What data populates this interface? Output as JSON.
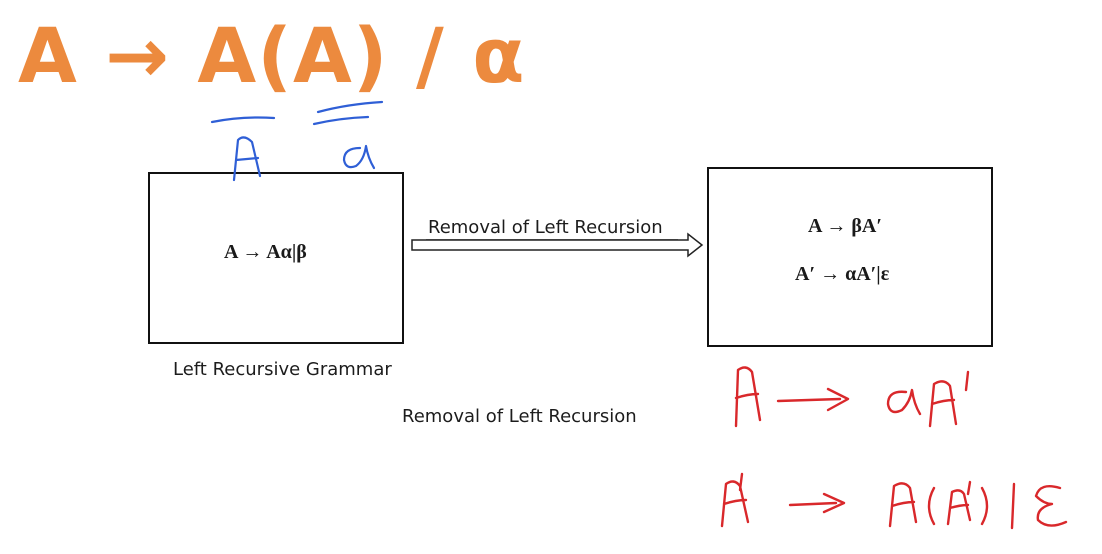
{
  "headline": {
    "text": "A → A(A) / α"
  },
  "left_box": {
    "rule": "A → Aα|β"
  },
  "right_box": {
    "rule_1": "A → βA′",
    "rule_2": "A′ → αA′|ε"
  },
  "arrow": {
    "label": "Removal of Left Recursion"
  },
  "captions": {
    "left_box": "Left Recursive Grammar",
    "center": "Removal of Left Recursion"
  },
  "colors": {
    "headline": "#ec8a3e",
    "blue_ink": "#2f5fd6",
    "red_ink": "#d9282b",
    "box_border": "#111111"
  }
}
